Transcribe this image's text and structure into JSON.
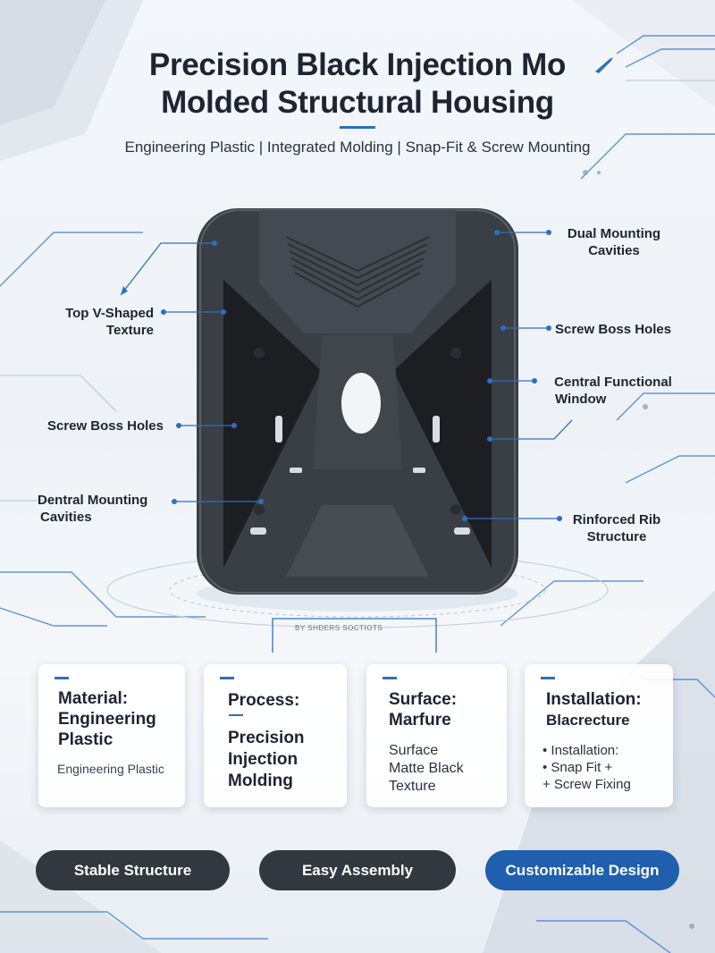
{
  "header": {
    "title_line1": "Precision Black Injection Mo",
    "title_line2": "Molded Structural Housing",
    "subtitle": "Engineering Plastic | Integrated Molding | Snap-Fit & Screw Mounting"
  },
  "callouts": {
    "top_v_line1": "Top V-Shaped",
    "top_v_line2": "Texture",
    "screw_boss_left": "Screw Boss Holes",
    "dentral_line1": "Dentral Mounting",
    "dentral_line2": "Cavities",
    "dual_line1": "Dual Mounting",
    "dual_line2": "Cavities",
    "screw_boss_right": "Screw Boss Holes",
    "central_line1": "Central Functional",
    "central_line2": "Window",
    "rib_line1": "Rinforced Rib",
    "rib_line2": "Structure"
  },
  "small_caption": "BY SHDERS SOCTIOTS",
  "cards": [
    {
      "head_line1": "Material:",
      "head_line2": "Engineering",
      "head_line3": "Plastic",
      "body_line1": "Engineering Plastic"
    },
    {
      "head_line1": "Process:",
      "body_line1": "Precision",
      "body_line2": "Injection",
      "body_line3": "Molding"
    },
    {
      "head_line1": "Surface:",
      "head_line2": "Marfure",
      "body_line1": "Surface",
      "body_line2": "Matte Black",
      "body_line3": "Texture"
    },
    {
      "head_line1": "Installation:",
      "head_line2": "Blacrecture",
      "body_line1": "• Installation:",
      "body_line2": "• Snap Fit +",
      "body_line3": "+ Screw Fixing"
    }
  ],
  "buttons": {
    "stable": "Stable Structure",
    "easy": "Easy Assembly",
    "custom": "Customizable Design"
  },
  "colors": {
    "accent_blue": "#2f6fbf",
    "dark_pill": "#333840",
    "blue_pill": "#1f5fae",
    "housing": "#3a3e45"
  },
  "icons": {
    "housing": "product-housing-image"
  }
}
